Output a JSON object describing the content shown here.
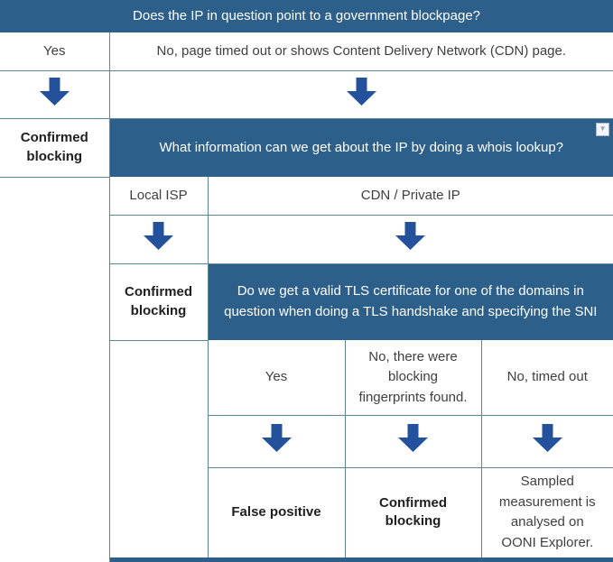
{
  "colors": {
    "header_bg": "#2D5F8B",
    "arrow": "#24519B",
    "border": "#5E8795",
    "text": "#3F3F3F",
    "text_bold": "#1F1F1F"
  },
  "icons": {
    "dropdown_glyph": "▼"
  },
  "flow": {
    "q1": "Does the IP in question point to a government blockpage?",
    "a1_yes": "Yes",
    "a1_no": "No, page timed out or shows Content Delivery Network (CDN) page.",
    "outcome1": "Confirmed blocking",
    "q2": "What information can we get about the IP by doing a whois lookup?",
    "a2_local": "Local ISP",
    "a2_cdn": "CDN / Private IP",
    "outcome2": "Confirmed blocking",
    "q3": "Do we get a valid TLS certificate for one of the domains in question when doing a TLS handshake and specifying the SNI",
    "a3_yes": "Yes",
    "a3_fingerprints": "No, there were blocking fingerprints found.",
    "a3_timeout": "No, timed out",
    "outcome_false_positive": "False positive",
    "outcome_confirmed": "Confirmed blocking",
    "outcome_sampled": "Sampled measurement is analysed on OONI Explorer."
  }
}
